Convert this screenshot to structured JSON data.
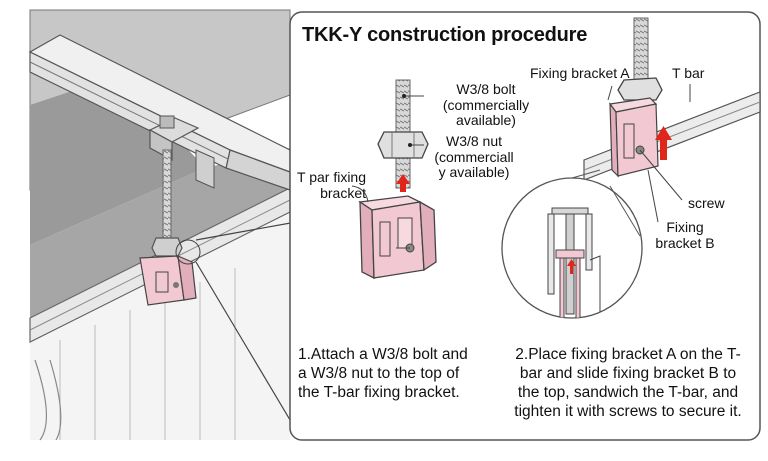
{
  "title": "TKK-Y construction procedure",
  "labels": {
    "bolt": "W3/8 bolt\n(commercially\navailable)",
    "nut": "W3/8 nut\n(commerciall\ny available)",
    "tpar_bracket": "T par fixing\nbracket",
    "fixing_a": "Fixing bracket A",
    "t_bar": "T bar",
    "screw": "screw",
    "fixing_b": "Fixing\nbracket B"
  },
  "steps": [
    "1.Attach a W3/8 bolt and\na W3/8 nut to the top of\nthe T-bar fixing bracket.",
    "2.Place fixing bracket A on the T-\nbar and slide fixing bracket B to\nthe top, sandwich the T-bar, and\ntighten it with screws to secure it."
  ],
  "colors": {
    "bracket_fill": "#f2c9d2",
    "arrow": "#e0251b",
    "panel_stroke": "#555555",
    "gray_tile": "#9a9a9a"
  }
}
